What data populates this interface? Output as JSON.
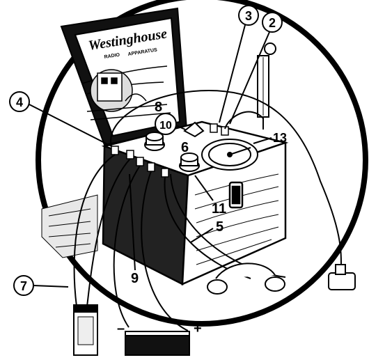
{
  "lid": {
    "brand": "Westinghouse",
    "line1": "RADIO",
    "line2": "APPARATUS"
  },
  "callouts": {
    "c2": "2",
    "c3": "3",
    "c4": "4",
    "c5": "5",
    "c6": "6",
    "c7": "7",
    "c8": "8",
    "c9": "9",
    "c10": "10",
    "c11": "11",
    "c13": "13"
  },
  "battery": {
    "minus": "–",
    "plus": "+"
  }
}
